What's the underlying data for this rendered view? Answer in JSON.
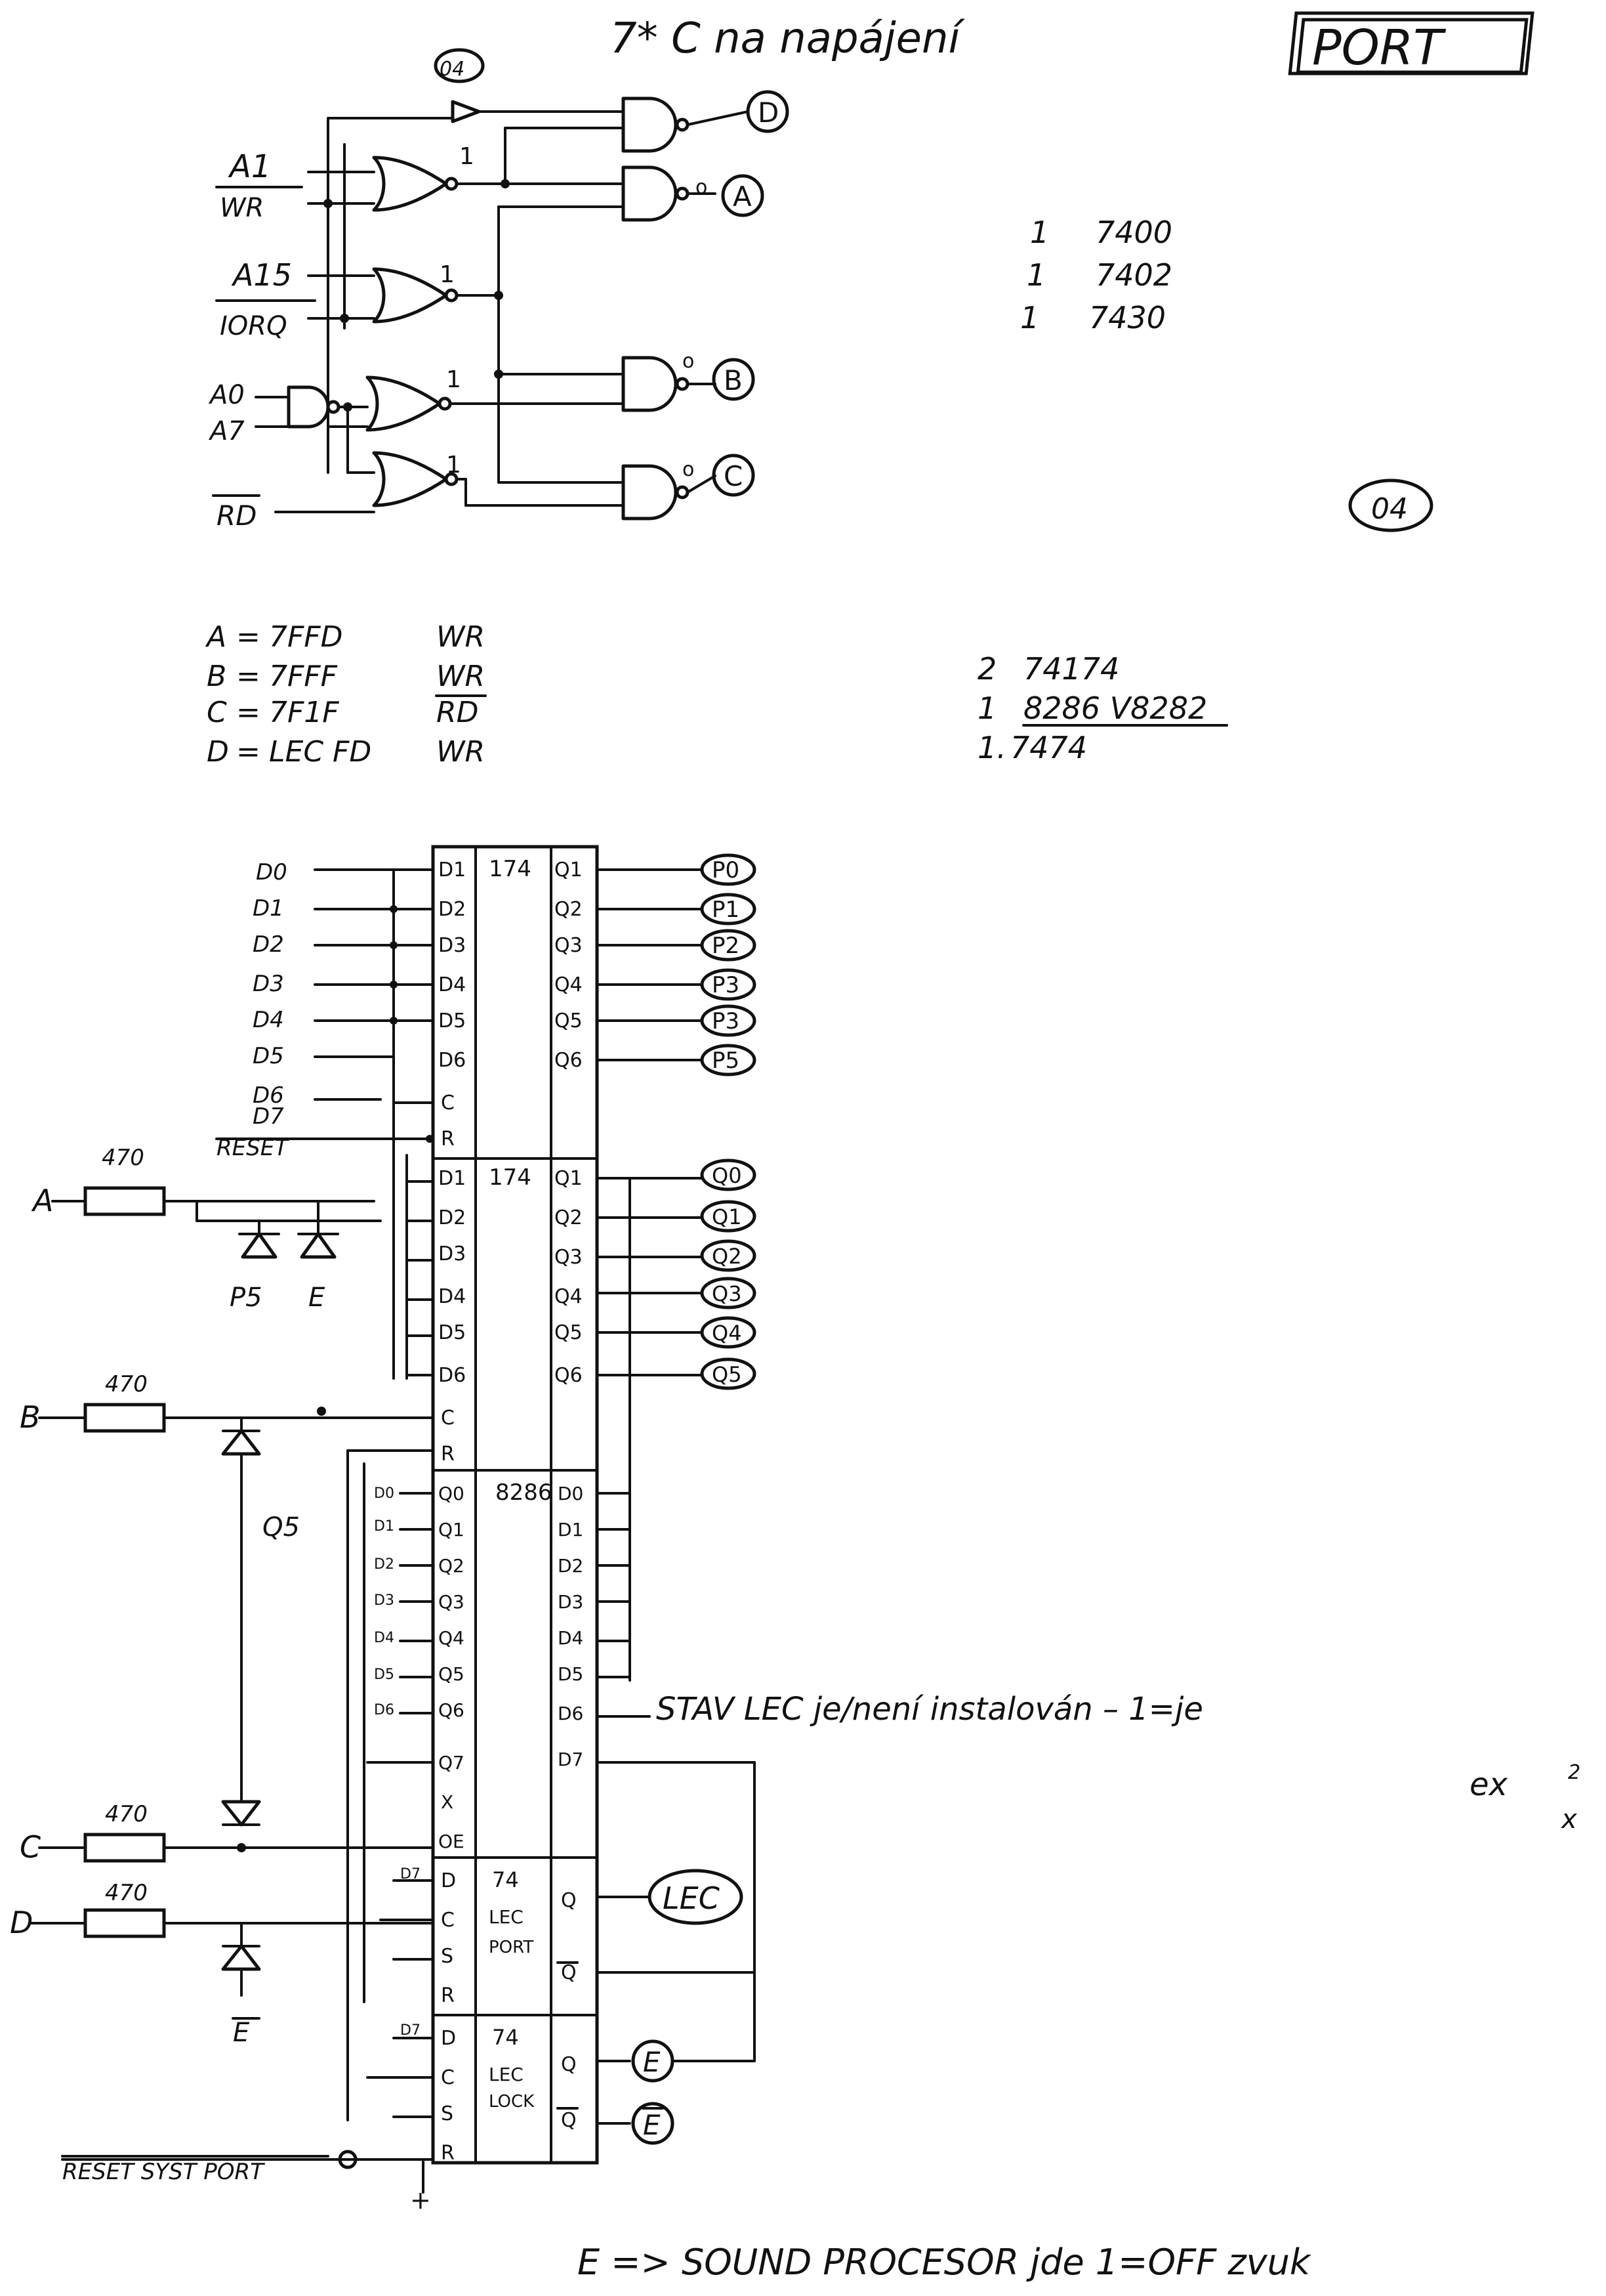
{
  "header": {
    "note": "7* C na napájení",
    "title": "PORT",
    "corner_mark": "04"
  },
  "decoder": {
    "inputs": {
      "a1": "A1",
      "wr": "WR",
      "a15": "A15",
      "iorq": "IORQ",
      "a_pair_top": "A0",
      "a_pair_bottom": "A7",
      "rd": "RD"
    },
    "gate_labels": [
      "1",
      "1",
      "1",
      "1"
    ],
    "inverted_input_marks": [
      "o",
      "o",
      "o"
    ],
    "outputs": [
      "D",
      "A",
      "B",
      "C"
    ]
  },
  "parts_top": [
    {
      "qty": "1",
      "part": "7400"
    },
    {
      "qty": "1",
      "part": "7402"
    },
    {
      "qty": "1",
      "part": "7430"
    }
  ],
  "parts_mid": [
    {
      "qty": "2",
      "part": "74174"
    },
    {
      "qty": "1",
      "part": "8286 V8282"
    },
    {
      "qty": "1.",
      "part": "7474"
    }
  ],
  "address_map": [
    {
      "sig": "A",
      "addr": "7FFD",
      "rw": "WR"
    },
    {
      "sig": "B",
      "addr": "7FFF",
      "rw": "WR"
    },
    {
      "sig": "C",
      "addr": "7F1F",
      "rw": "RD"
    },
    {
      "sig": "D",
      "addr": "LEC FD",
      "rw": "WR"
    }
  ],
  "latch1": {
    "name": "174",
    "inputs": [
      "D1",
      "D2",
      "D3",
      "D4",
      "D5",
      "D6",
      "C",
      "R"
    ],
    "outputs": [
      "Q1",
      "Q2",
      "Q3",
      "Q4",
      "Q5",
      "Q6"
    ],
    "bus_in": [
      "D0",
      "D1",
      "D2",
      "D3",
      "D4",
      "D5",
      "D6",
      "D7"
    ],
    "reset_label": "RESET",
    "out_labels": [
      "P0",
      "P1",
      "P2",
      "P3",
      "P3",
      "P5"
    ]
  },
  "latch2": {
    "name": "174",
    "inputs": [
      "D1",
      "D2",
      "D3",
      "D4",
      "D5",
      "D6",
      "C",
      "R"
    ],
    "outputs": [
      "Q1",
      "Q2",
      "Q3",
      "Q4",
      "Q5",
      "Q6"
    ],
    "out_labels": [
      "Q0",
      "Q1",
      "Q2",
      "Q3",
      "Q4",
      "Q5"
    ]
  },
  "buffer": {
    "name": "8286",
    "left_pins": [
      "Q0",
      "Q1",
      "Q2",
      "Q3",
      "Q4",
      "Q5",
      "Q6",
      "Q7",
      "X",
      "OE"
    ],
    "right_pins": [
      "D0",
      "D1",
      "D2",
      "D3",
      "D4",
      "D5",
      "D6",
      "D7"
    ],
    "bus_labels": [
      "D0",
      "D1",
      "D2",
      "D3",
      "D4",
      "D5",
      "D6"
    ],
    "status_note": "STAV LEC je/není instalován – 1=je"
  },
  "ff_port": {
    "name": "74",
    "label_1": "LEC",
    "label_2": "PORT",
    "pins": [
      "D",
      "C",
      "S",
      "R"
    ],
    "q": "Q",
    "q_bar": "Q",
    "d_label": "D7",
    "output": "LEC"
  },
  "ff_lock": {
    "name": "74",
    "label_1": "LEC",
    "label_2": "LOCK",
    "pins": [
      "D",
      "C",
      "S",
      "R"
    ],
    "q": "Q",
    "q_bar": "Q",
    "d_label": "D7",
    "output_q": "E",
    "output_qbar": "E"
  },
  "input_section": {
    "resistors": [
      "470",
      "470",
      "470",
      "470"
    ],
    "inputs": [
      "A",
      "B",
      "C",
      "D"
    ],
    "diode_labels": [
      "P5",
      "E",
      "Q5",
      "E"
    ]
  },
  "bottom_left_label": "RESET SYST PORT",
  "plus_mark": "+",
  "side_note": "ex",
  "side_note_2": "x",
  "side_note_sup": "2",
  "bottom_note": "E => SOUND PROCESOR jde 1=OFF zvuk"
}
